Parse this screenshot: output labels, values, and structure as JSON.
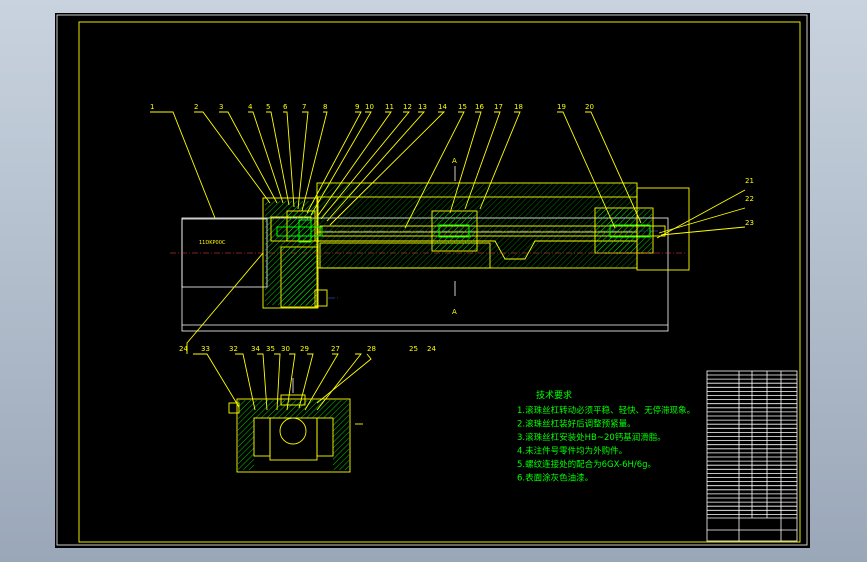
{
  "drawing": {
    "motor_label": "11DKP00C",
    "section_mark": "A",
    "part_numbers_top": [
      "1",
      "2",
      "3",
      "4",
      "5",
      "6",
      "7",
      "8",
      "9",
      "10",
      "11",
      "12",
      "13",
      "14",
      "15",
      "16",
      "17",
      "18",
      "19",
      "20"
    ],
    "part_numbers_right": [
      "21",
      "22",
      "23"
    ],
    "part_numbers_bottom": [
      "24",
      "33",
      "32",
      "34",
      "35",
      "30",
      "29",
      "27",
      "28",
      "25",
      "24"
    ]
  },
  "technical_requirements": {
    "title": "技术要求",
    "items": [
      "1.滚珠丝杠转动必须平稳、轻快、无停滞现象。",
      "2.滚珠丝杠装好后调整预紧量。",
      "3.滚珠丝杠安装处HB~20钙基润滑脂。",
      "4.未注件号零件均为外购件。",
      "5.螺纹连接处的配合为6GX-6H/6g。",
      "6.表面涂灰色油漆。"
    ]
  },
  "colors": {
    "background": "#000000",
    "outline": "#ffff00",
    "annotation": "#00ff00",
    "centerline": "#ff4444"
  }
}
